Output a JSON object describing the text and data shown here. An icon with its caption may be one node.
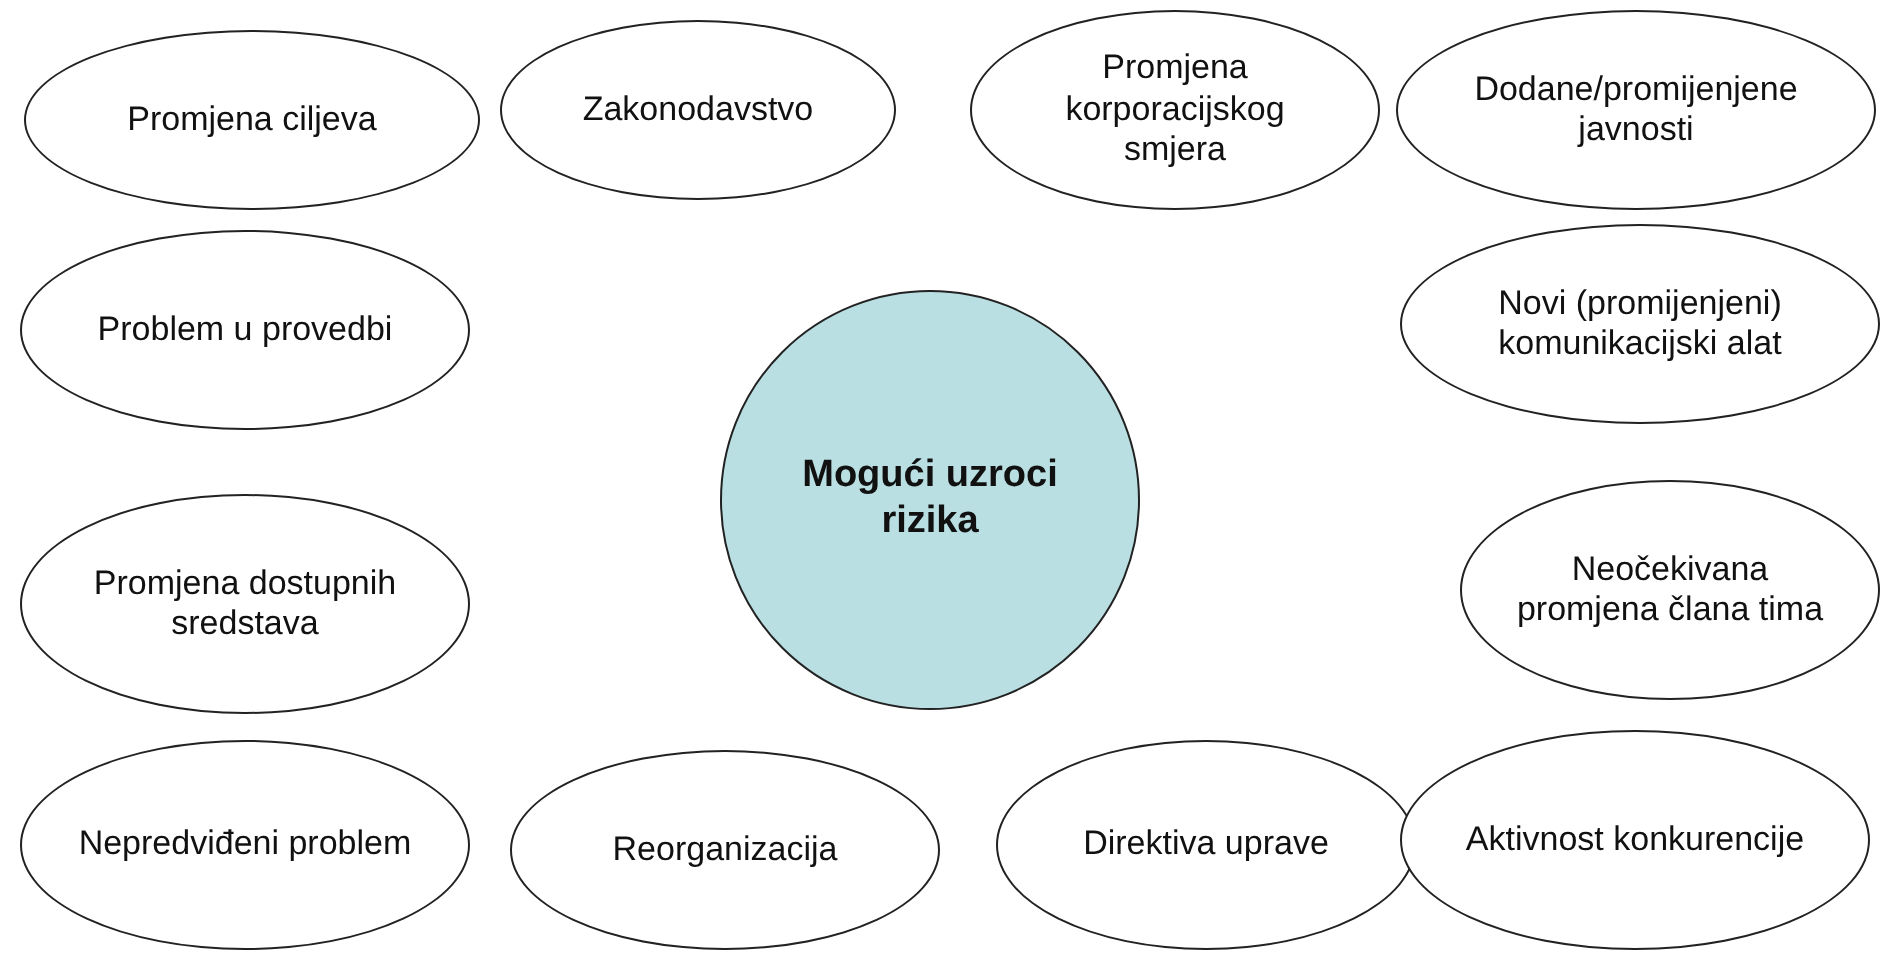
{
  "diagram": {
    "nodes": [
      {
        "text": [
          "Promjena ciljeva"
        ]
      },
      {
        "text": [
          "Zakonodavstvo"
        ]
      },
      {
        "text": [
          "Promjena korporacijskog smjera"
        ]
      },
      {
        "text": [
          "Dodane/promijenjene javnosti"
        ]
      },
      {
        "text": [
          "Problem u provedbi"
        ]
      },
      {
        "text": [
          "Novi (promijenjeni) komunikacijski alat"
        ]
      },
      {
        "text": [
          "Mogući uzroci rizika"
        ]
      },
      {
        "text": [
          "Promjena dostupnih sredstava"
        ]
      },
      {
        "text": [
          "Neočekivana promjena člana tima"
        ]
      },
      {
        "text": [
          "Nepredviđeni problem"
        ]
      },
      {
        "text": [
          "Reorganizacija"
        ]
      },
      {
        "text": [
          "Direktiva uprave"
        ]
      },
      {
        "text": [
          "Aktivnost konkurencije"
        ]
      }
    ]
  }
}
